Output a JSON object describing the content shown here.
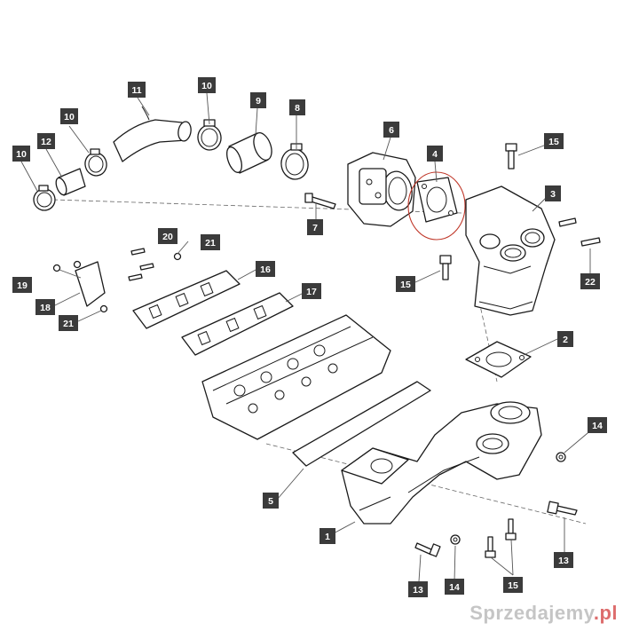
{
  "diagram": {
    "callouts": [
      "1",
      "2",
      "3",
      "4",
      "5",
      "6",
      "7",
      "8",
      "9",
      "10",
      "11",
      "12",
      "13",
      "14",
      "15",
      "16",
      "17",
      "18",
      "19",
      "20",
      "21",
      "22"
    ]
  },
  "watermark": {
    "text": "Sprzedajemy",
    "suffix": ".pl"
  },
  "colors": {
    "label_bg": "#3b3b3b",
    "label_text": "#ffffff",
    "highlight": "#c0392b",
    "line": "#1a1a1a"
  }
}
